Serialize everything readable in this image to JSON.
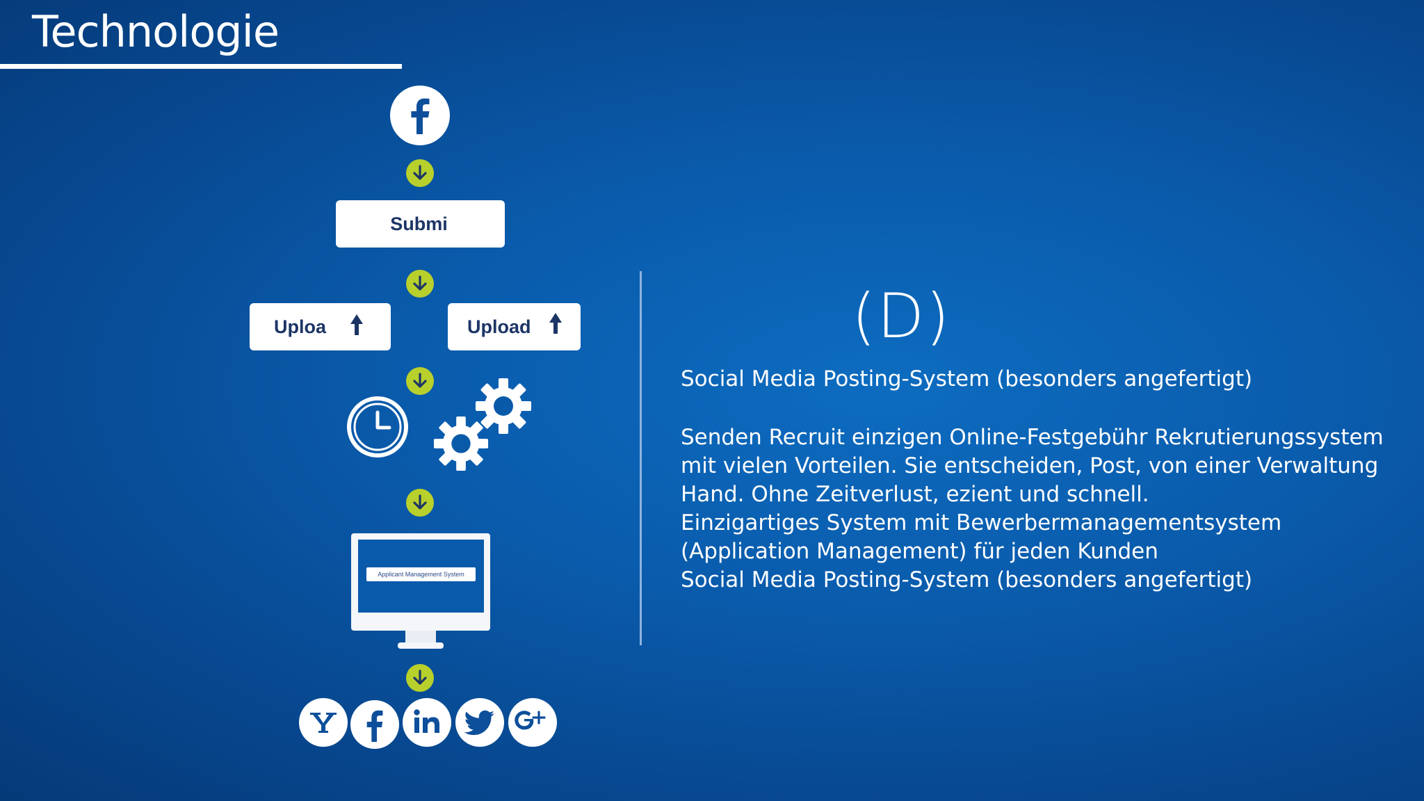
{
  "slide": {
    "title": "Technologie",
    "flow": {
      "submit_label": "Submi",
      "upload_left_label": "Uploa",
      "upload_right_label": "Upload",
      "monitor_label": "Applicant Management System"
    },
    "marker": "(D)",
    "body_lines": [
      "Social Media Posting-System (besonders angefertigt)",
      "Senden Recruit einzigen Online-Festgebühr Rekrutierungssystem",
      "mit vielen Vorteilen. Sie entscheiden, Post, von einer Verwaltung",
      "Hand. Ohne Zeitverlust, ezient und schnell.",
      "Einzigartiges System mit Bewerbermanagementsystem",
      "(Application Management) für jeden Kunden",
      "Social Media Posting-System (besonders angefertigt)"
    ],
    "social_icons": [
      "yahoo-icon",
      "facebook-icon",
      "linkedin-icon",
      "twitter-icon",
      "google-plus-icon"
    ],
    "colors": {
      "background": "#0a5aaa",
      "arrow_accent": "#b8d02b",
      "box_text": "#1c3566"
    }
  }
}
